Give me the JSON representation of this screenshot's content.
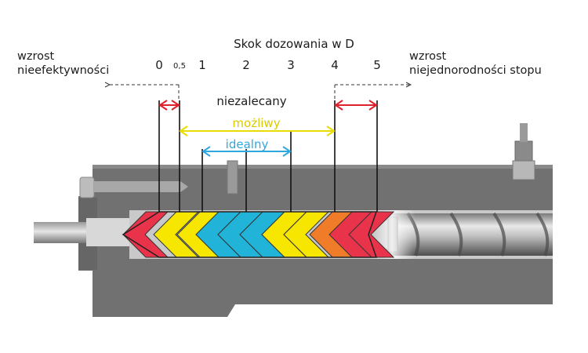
{
  "diagram": {
    "title": "Skok dozowania w D",
    "left_note": {
      "line1": "wzrost",
      "line2": "nieefektywności"
    },
    "right_note": {
      "line1": "wzrost",
      "line2": "niejednorodności stopu"
    },
    "ticks": [
      "0",
      "0,5",
      "1",
      "2",
      "3",
      "4",
      "5"
    ],
    "ranges": {
      "not_recommended": "niezalecany",
      "possible": "możliwy",
      "ideal": "idealny"
    },
    "colors": {
      "red_arrow": "#e0202a",
      "yellow_arrow": "#e8dc00",
      "blue_arrow": "#2fa8e0",
      "barrel": "#6f6f6f",
      "barrel_dark": "#555555",
      "zone_red": "#e8334a",
      "zone_yellow": "#f6e600",
      "zone_cyan": "#22b4d8",
      "zone_orange": "#f07c2a"
    }
  }
}
